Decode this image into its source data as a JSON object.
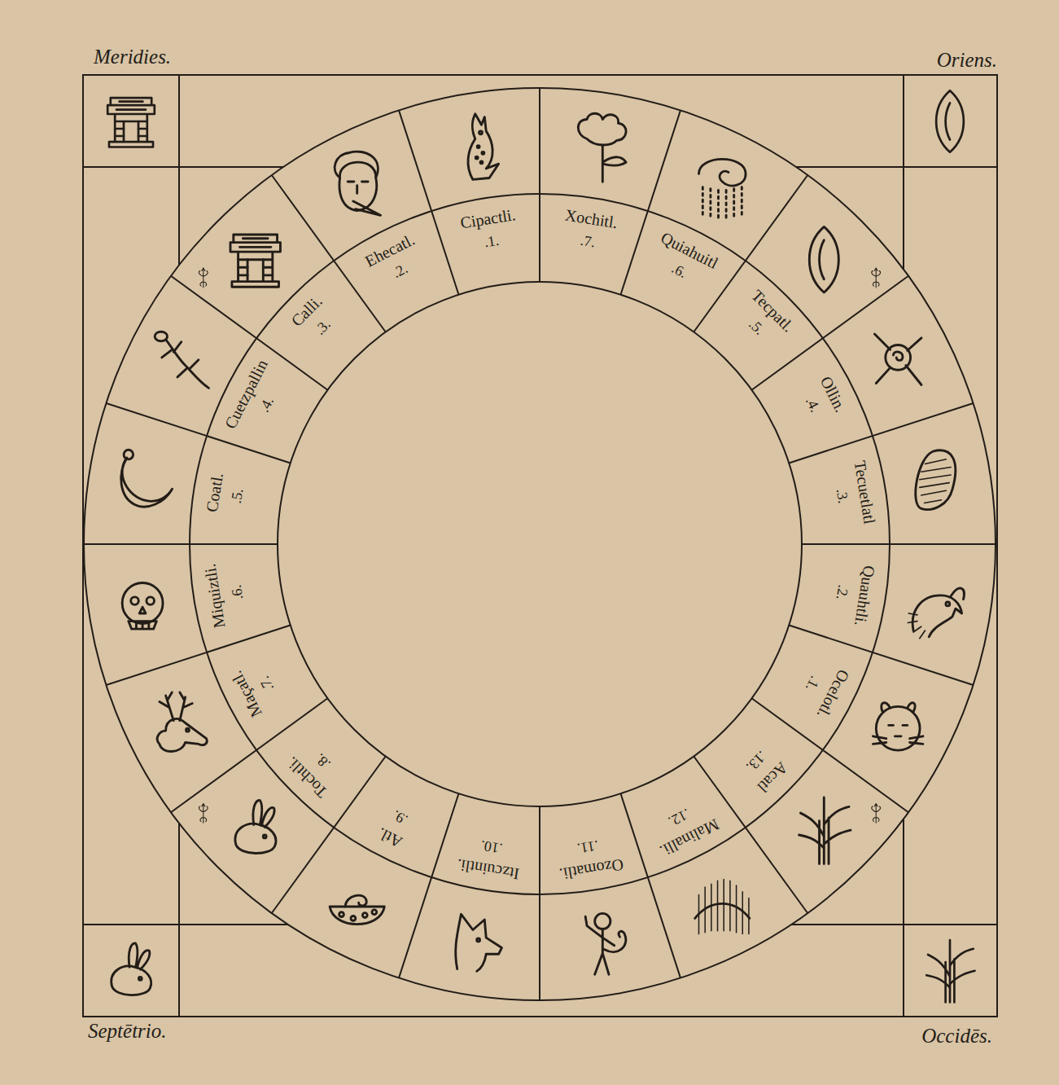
{
  "diagram": {
    "nodes": [
      {
        "text": [
          "Cipactli.",
          ".1."
        ]
      },
      {
        "text": [
          "Ehecatl.",
          ".2."
        ]
      },
      {
        "text": [
          "Calli.",
          ".3."
        ]
      },
      {
        "text": [
          "Cuetzpallin",
          ".4."
        ]
      },
      {
        "text": [
          "Coatl.",
          ".5."
        ]
      },
      {
        "text": [
          "Miquiztli.",
          ".6."
        ]
      },
      {
        "text": [
          "Maçatl.",
          ".7."
        ]
      },
      {
        "text": [
          "Tochtli.",
          ".8."
        ]
      },
      {
        "text": [
          "Atl.",
          ".9."
        ]
      },
      {
        "text": [
          "Itzcuintli.",
          ".10."
        ]
      },
      {
        "text": [
          "Ozomatli.",
          ".11."
        ]
      },
      {
        "text": [
          "Malinalli.",
          ".12."
        ]
      },
      {
        "text": [
          "Acatl",
          ".13."
        ]
      },
      {
        "text": [
          "Ocelotl.",
          ".1."
        ]
      },
      {
        "text": [
          "Quauhtli.",
          ".2."
        ]
      },
      {
        "text": [
          "Tecuetlatl",
          ".3."
        ]
      },
      {
        "text": [
          "Ollin.",
          ".4."
        ]
      },
      {
        "text": [
          "Tecpatl.",
          ".5."
        ]
      },
      {
        "text": [
          "Quiahuitl",
          ".6."
        ]
      },
      {
        "text": [
          "Xochitl.",
          ".7."
        ]
      }
    ],
    "labels": [
      "Meridies.",
      "Oriens.",
      "Septētrio.",
      "Occidēs."
    ]
  }
}
